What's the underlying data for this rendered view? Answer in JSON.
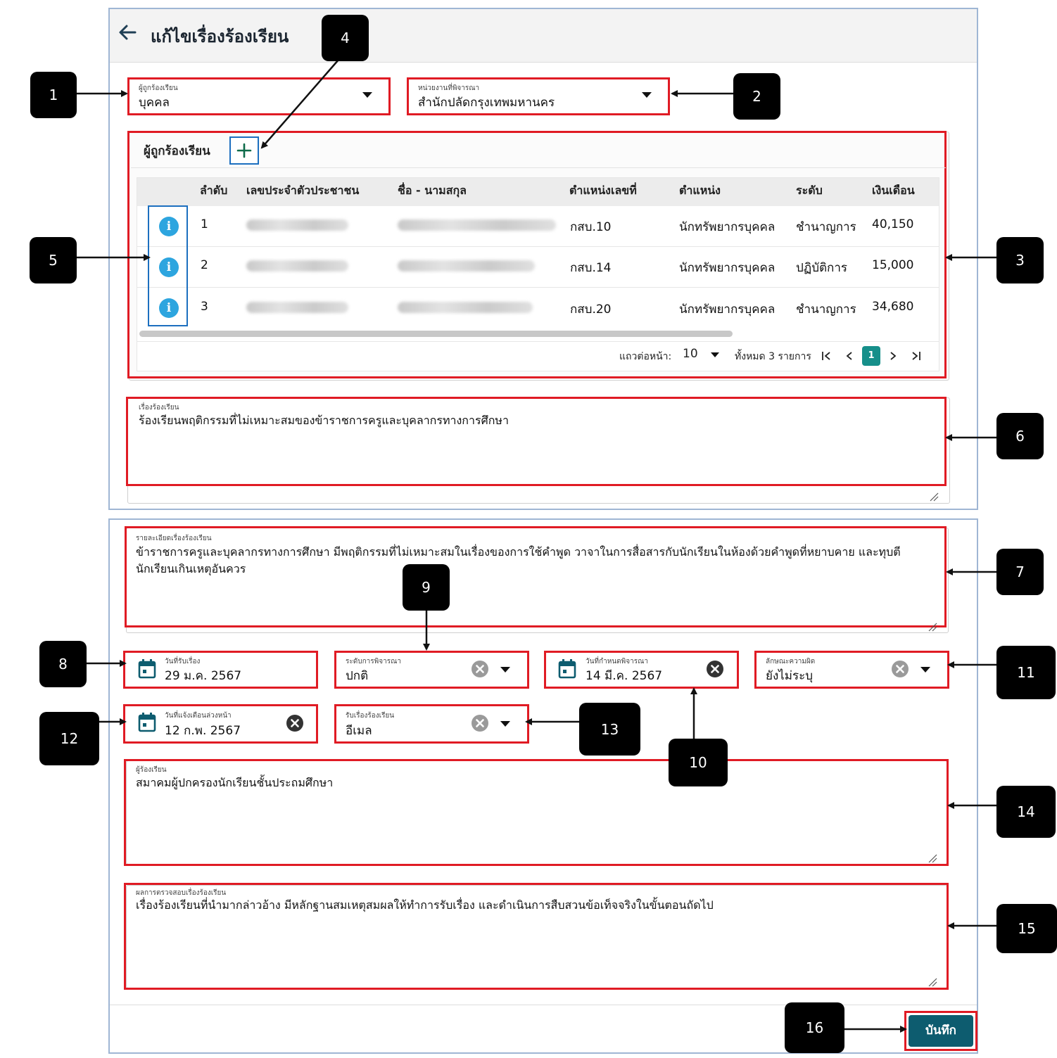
{
  "header": {
    "title": "แก้ไขเรื่องร้องเรียน"
  },
  "fields": {
    "accused_type": {
      "label": "ผู้ถูกร้องเรียน",
      "value": "บุคคล"
    },
    "agency": {
      "label": "หน่วยงานที่พิจารณา",
      "value": "สำนักปลัดกรุงเทพมหานคร"
    },
    "subject": {
      "label": "เรื่องร้องเรียน",
      "value": "ร้องเรียนพฤติกรรมที่ไม่เหมาะสมของข้าราชการครูและบุคลากรทางการศึกษา"
    },
    "detail": {
      "label": "รายละเอียดเรื่องร้องเรียน",
      "value": "ข้าราชการครูและบุคลากรทางการศึกษา มีพฤติกรรมที่ไม่เหมาะสมในเรื่องของการใช้คำพูด วาจาในการสื่อสารกับนักเรียนในห้องด้วยคำพูดที่หยาบคาย และทุบตีนักเรียนเกินเหตุอันควร"
    },
    "received_date": {
      "label": "วันที่รับเรื่อง",
      "value": "29 ม.ค. 2567"
    },
    "priority": {
      "label": "ระดับการพิจารณา",
      "value": "ปกติ"
    },
    "due_date": {
      "label": "วันที่กำหนดพิจารณา",
      "value": "14 มี.ค. 2567"
    },
    "offense_type": {
      "label": "ลักษณะความผิด",
      "value": "ยังไม่ระบุ"
    },
    "notify_date": {
      "label": "วันที่แจ้งเตือนล่วงหน้า",
      "value": "12 ก.พ. 2567"
    },
    "channel": {
      "label": "รับเรื่องร้องเรียน",
      "value": "อีเมล"
    },
    "complainant": {
      "label": "ผู้ร้องเรียน",
      "value": "สมาคมผู้ปกครองนักเรียนชั้นประถมศึกษา"
    },
    "review_result": {
      "label": "ผลการตรวจสอบเรื่องร้องเรียน",
      "value": "เรื่องร้องเรียนที่นำมากล่าวอ้าง มีหลักฐานสมเหตุสมผลให้ทำการรับเรื่อง และดำเนินการสืบสวนข้อเท็จจริงในขั้นตอนถัดไป"
    }
  },
  "accused_table": {
    "section_title": "ผู้ถูกร้องเรียน",
    "headers": [
      "ลำดับ",
      "เลขประจำตัวประชาชน",
      "ชื่อ - นามสกุล",
      "ตำแหน่งเลขที่",
      "ตำแหน่ง",
      "ระดับ",
      "เงินเดือน"
    ],
    "rows": [
      {
        "no": "1",
        "position_no": "กสบ.10",
        "position": "นักทรัพยากรบุคคล",
        "level": "ชำนาญการ",
        "salary": "40,150"
      },
      {
        "no": "2",
        "position_no": "กสบ.14",
        "position": "นักทรัพยากรบุคคล",
        "level": "ปฏิบัติการ",
        "salary": "15,000"
      },
      {
        "no": "3",
        "position_no": "กสบ.20",
        "position": "นักทรัพยากรบุคคล",
        "level": "ชำนาญการ",
        "salary": "34,680"
      }
    ],
    "pagination": {
      "rows_per_page_label": "แถวต่อหน้า:",
      "rows_per_page": "10",
      "total_label": "ทั้งหมด 3 รายการ",
      "current_page": "1"
    }
  },
  "actions": {
    "save_label": "บันทึก"
  },
  "callouts": [
    "1",
    "2",
    "3",
    "4",
    "5",
    "6",
    "7",
    "8",
    "9",
    "10",
    "11",
    "12",
    "13",
    "14",
    "15",
    "16"
  ],
  "colors": {
    "primary": "#0d5c6f",
    "annotation": "#e01b24",
    "info": "#2da5df",
    "pagination_active": "#168f8a"
  },
  "icons": [
    "back-arrow-icon",
    "plus-icon",
    "info-icon",
    "calendar-icon",
    "clear-icon",
    "chevron-down-icon",
    "first-page-icon",
    "prev-page-icon",
    "next-page-icon",
    "last-page-icon",
    "resize-handle-icon"
  ]
}
